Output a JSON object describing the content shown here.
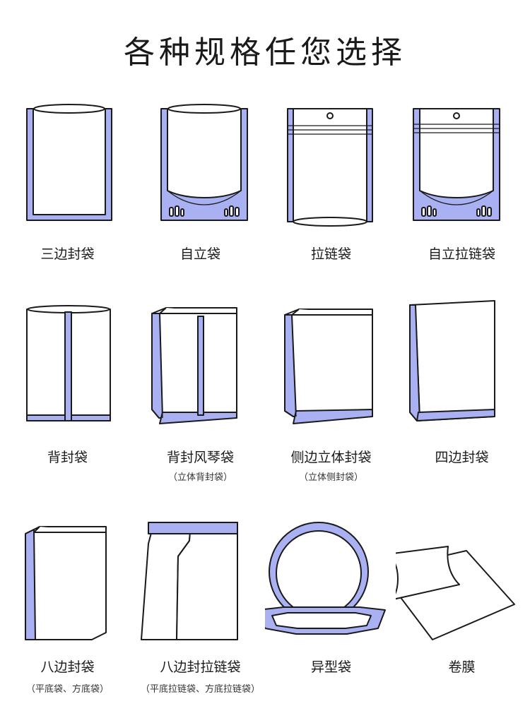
{
  "title": "各种规格任您选择",
  "colors": {
    "accent": "#a9b1f2",
    "outline": "#1a1a1a",
    "background": "#ffffff"
  },
  "bags": [
    {
      "name": "三边封袋",
      "icon": "three-side-seal-bag-icon"
    },
    {
      "name": "自立袋",
      "icon": "stand-up-pouch-icon"
    },
    {
      "name": "拉链袋",
      "icon": "zipper-bag-icon"
    },
    {
      "name": "自立拉链袋",
      "icon": "stand-up-zipper-pouch-icon"
    },
    {
      "name": "背封袋",
      "icon": "back-seal-bag-icon"
    },
    {
      "name": "背封风琴袋",
      "sub": "（立体背封袋）",
      "icon": "back-seal-gusset-bag-icon"
    },
    {
      "name": "侧边立体封袋",
      "sub": "（立体侧封袋）",
      "icon": "side-gusset-bag-icon"
    },
    {
      "name": "四边封袋",
      "icon": "four-side-seal-bag-icon"
    },
    {
      "name": "八边封袋",
      "sub": "（平底袋、方底袋）",
      "icon": "eight-side-seal-bag-icon"
    },
    {
      "name": "八边封拉链袋",
      "sub": "（平底拉链袋、方底拉链袋）",
      "icon": "eight-side-seal-zipper-bag-icon"
    },
    {
      "name": "异型袋",
      "icon": "shaped-bag-icon"
    },
    {
      "name": "卷膜",
      "icon": "roll-film-icon"
    }
  ]
}
